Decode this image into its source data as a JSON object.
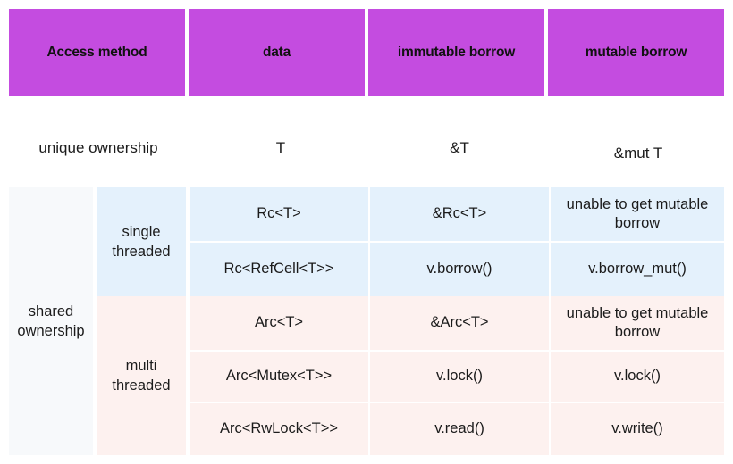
{
  "table": {
    "headers": [
      {
        "label": "Access method"
      },
      {
        "label": "data"
      },
      {
        "label": "immutable borrow"
      },
      {
        "label": "mutable borrow"
      }
    ],
    "unique_row": {
      "access_method": "unique ownership",
      "data": "T",
      "immutable_borrow": "&T",
      "mutable_borrow": "&mut T"
    },
    "shared": {
      "access_method": "shared ownership",
      "groups": [
        {
          "label": "single threaded",
          "rows": [
            {
              "data": "Rc<T>",
              "immutable_borrow": "&Rc<T>",
              "mutable_borrow": "unable to get mutable borrow"
            },
            {
              "data": "Rc<RefCell<T>>",
              "immutable_borrow": "v.borrow()",
              "mutable_borrow": "v.borrow_mut()"
            }
          ]
        },
        {
          "label": "multi threaded",
          "rows": [
            {
              "data": "Arc<T>",
              "immutable_borrow": "&Arc<T>",
              "mutable_borrow": "unable to get mutable borrow"
            },
            {
              "data": "Arc<Mutex<T>>",
              "immutable_borrow": "v.lock()",
              "mutable_borrow": "v.lock()"
            },
            {
              "data": "Arc<RwLock<T>>",
              "immutable_borrow": "v.read()",
              "mutable_borrow": "v.write()"
            }
          ]
        }
      ]
    }
  },
  "colors": {
    "header_background": "#c44ce0",
    "header_text": "#111111",
    "shared_label_background": "#f7f9fb",
    "single_threaded_background": "#e4f1fc",
    "multi_threaded_background": "#fdf1ef",
    "page_background": "#ffffff",
    "body_text": "#1b1b1b"
  }
}
